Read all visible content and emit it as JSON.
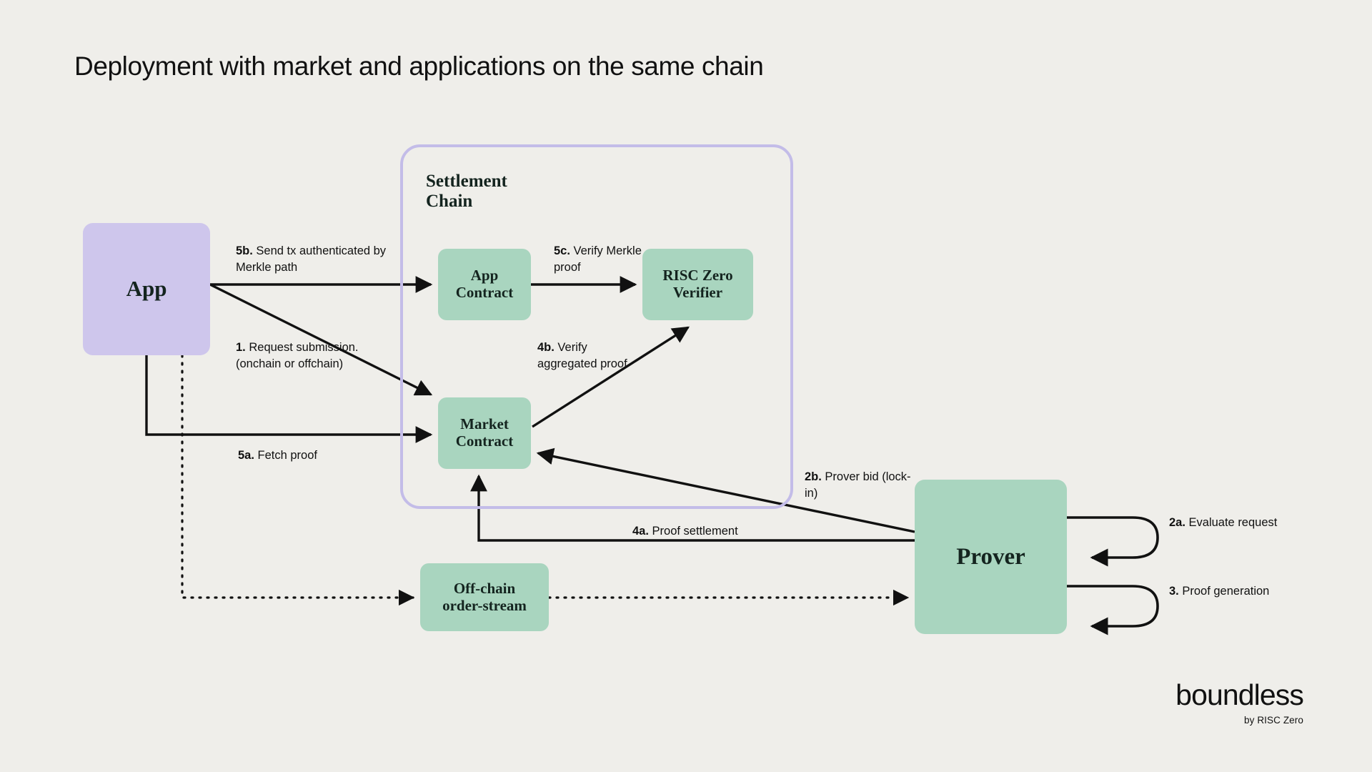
{
  "page": {
    "title": "Deployment with market and applications on the same chain",
    "background_color": "#efeeea"
  },
  "colors": {
    "background": "#efeeea",
    "node_green": "#a9d5bf",
    "node_purple": "#cec6ec",
    "chain_border": "#c3bce8",
    "line": "#111111",
    "text": "#111111"
  },
  "container": {
    "name": "settlement-chain",
    "label": "Settlement\nChain",
    "border_color": "#c3bce8"
  },
  "nodes": {
    "app": {
      "label": "App",
      "color": "#cec6ec"
    },
    "app_contract": {
      "label": "App\nContract",
      "color": "#a9d5bf"
    },
    "verifier": {
      "label": "RISC Zero\nVerifier",
      "color": "#a9d5bf"
    },
    "market_contract": {
      "label": "Market\nContract",
      "color": "#a9d5bf"
    },
    "order_stream": {
      "label": "Off-chain\norder-stream",
      "color": "#a9d5bf"
    },
    "prover": {
      "label": "Prover",
      "color": "#a9d5bf"
    }
  },
  "edges": [
    {
      "id": "5b",
      "step": "5b.",
      "text": " Send tx authenticated by Merkle path",
      "from": "app",
      "to": "app_contract",
      "style": "solid"
    },
    {
      "id": "1",
      "step": "1.",
      "text": " Request submission. (onchain or offchain)",
      "from": "app",
      "to": "market_contract",
      "style": "solid"
    },
    {
      "id": "5a",
      "step": "5a.",
      "text": " Fetch proof",
      "from": "app",
      "to": "market_contract",
      "style": "solid"
    },
    {
      "id": "5c",
      "step": "5c.",
      "text": " Verify Merkle proof",
      "from": "app_contract",
      "to": "verifier",
      "style": "solid"
    },
    {
      "id": "4b",
      "step": "4b.",
      "text": " Verify aggregated proof",
      "from": "market_contract",
      "to": "verifier",
      "style": "solid"
    },
    {
      "id": "2b",
      "step": "2b.",
      "text": " Prover bid (lock-in)",
      "from": "prover",
      "to": "market_contract",
      "style": "solid"
    },
    {
      "id": "4a",
      "step": "4a.",
      "text": " Proof settlement",
      "from": "prover",
      "to": "market_contract",
      "style": "solid"
    },
    {
      "id": "2a",
      "step": "2a.",
      "text": " Evaluate request",
      "from": "prover",
      "to": "prover",
      "style": "solid"
    },
    {
      "id": "3",
      "step": "3.",
      "text": " Proof generation",
      "from": "prover",
      "to": "prover",
      "style": "solid"
    },
    {
      "id": "app-orderstream",
      "step": "",
      "text": "",
      "from": "app",
      "to": "order_stream",
      "style": "dotted"
    },
    {
      "id": "orderstream-prover",
      "step": "",
      "text": "",
      "from": "order_stream",
      "to": "prover",
      "style": "dotted"
    }
  ],
  "labels": {
    "l5b_step": "5b.",
    "l5b_text": " Send tx authenticated by Merkle path",
    "l1_step": "1.",
    "l1_text": " Request submission. (onchain or offchain)",
    "l5a_step": "5a.",
    "l5a_text": " Fetch proof",
    "l5c_step": "5c.",
    "l5c_text": " Verify Merkle proof",
    "l4b_step": "4b.",
    "l4b_text": " Verify aggregated proof",
    "l2b_step": "2b.",
    "l2b_text": " Prover bid (lock-in)",
    "l4a_step": "4a.",
    "l4a_text": " Proof settlement",
    "l2a_step": "2a.",
    "l2a_text": " Evaluate request",
    "l3_step": "3.",
    "l3_text": " Proof generation"
  },
  "logo": {
    "wordmark": "boundless",
    "tagline": "by RISC Zero"
  }
}
